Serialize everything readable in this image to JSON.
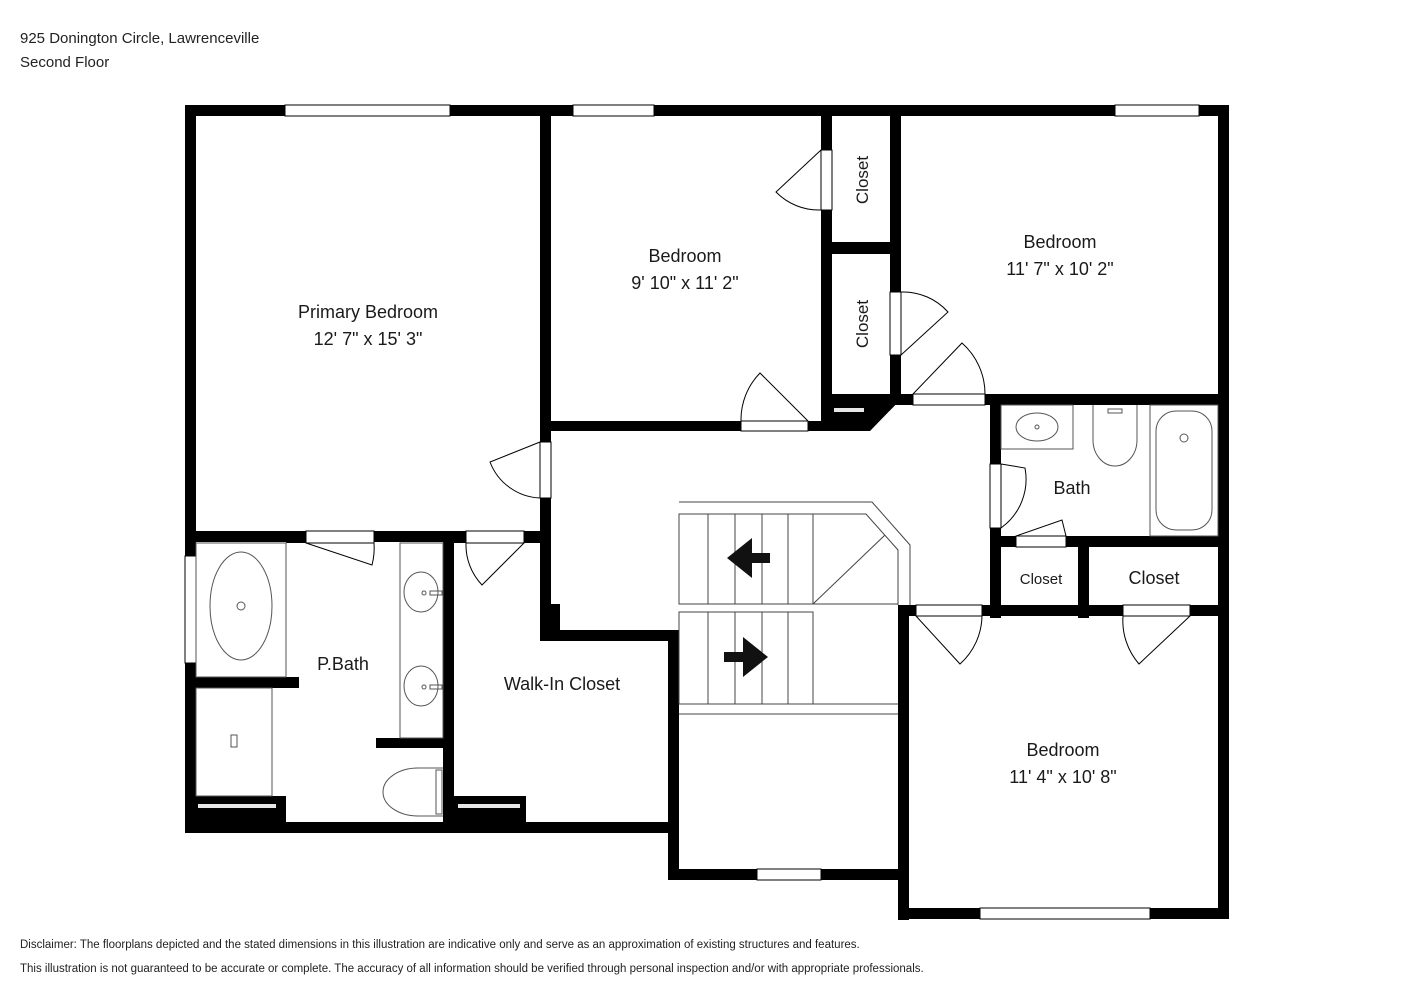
{
  "header": {
    "address": "925 Donington Circle, Lawrenceville",
    "floor": "Second Floor"
  },
  "rooms": {
    "primary_bedroom": {
      "name": "Primary Bedroom",
      "size": "12' 7\" x 15' 3\""
    },
    "bedroom_2": {
      "name": "Bedroom",
      "size": "9' 10\" x 11' 2\""
    },
    "bedroom_3": {
      "name": "Bedroom",
      "size": "11' 7\" x 10' 2\""
    },
    "bedroom_4": {
      "name": "Bedroom",
      "size": "11' 4\" x 10' 8\""
    },
    "closet_upper": "Closet",
    "closet_middle": "Closet",
    "closet_small": "Closet",
    "closet_large": "Closet",
    "bath": "Bath",
    "primary_bath": "P.Bath",
    "walk_in_closet": "Walk-In Closet"
  },
  "disclaimer": {
    "line1": "Disclaimer: The floorplans depicted and the stated dimensions in this illustration are indicative only and serve as an approximation of existing structures and features.",
    "line2": "This illustration is not guaranteed to be accurate or complete. The accuracy of all information should be verified through personal inspection and/or with appropriate professionals."
  },
  "colors": {
    "wall": "#000000",
    "fixture": "#555555",
    "background": "#ffffff"
  }
}
